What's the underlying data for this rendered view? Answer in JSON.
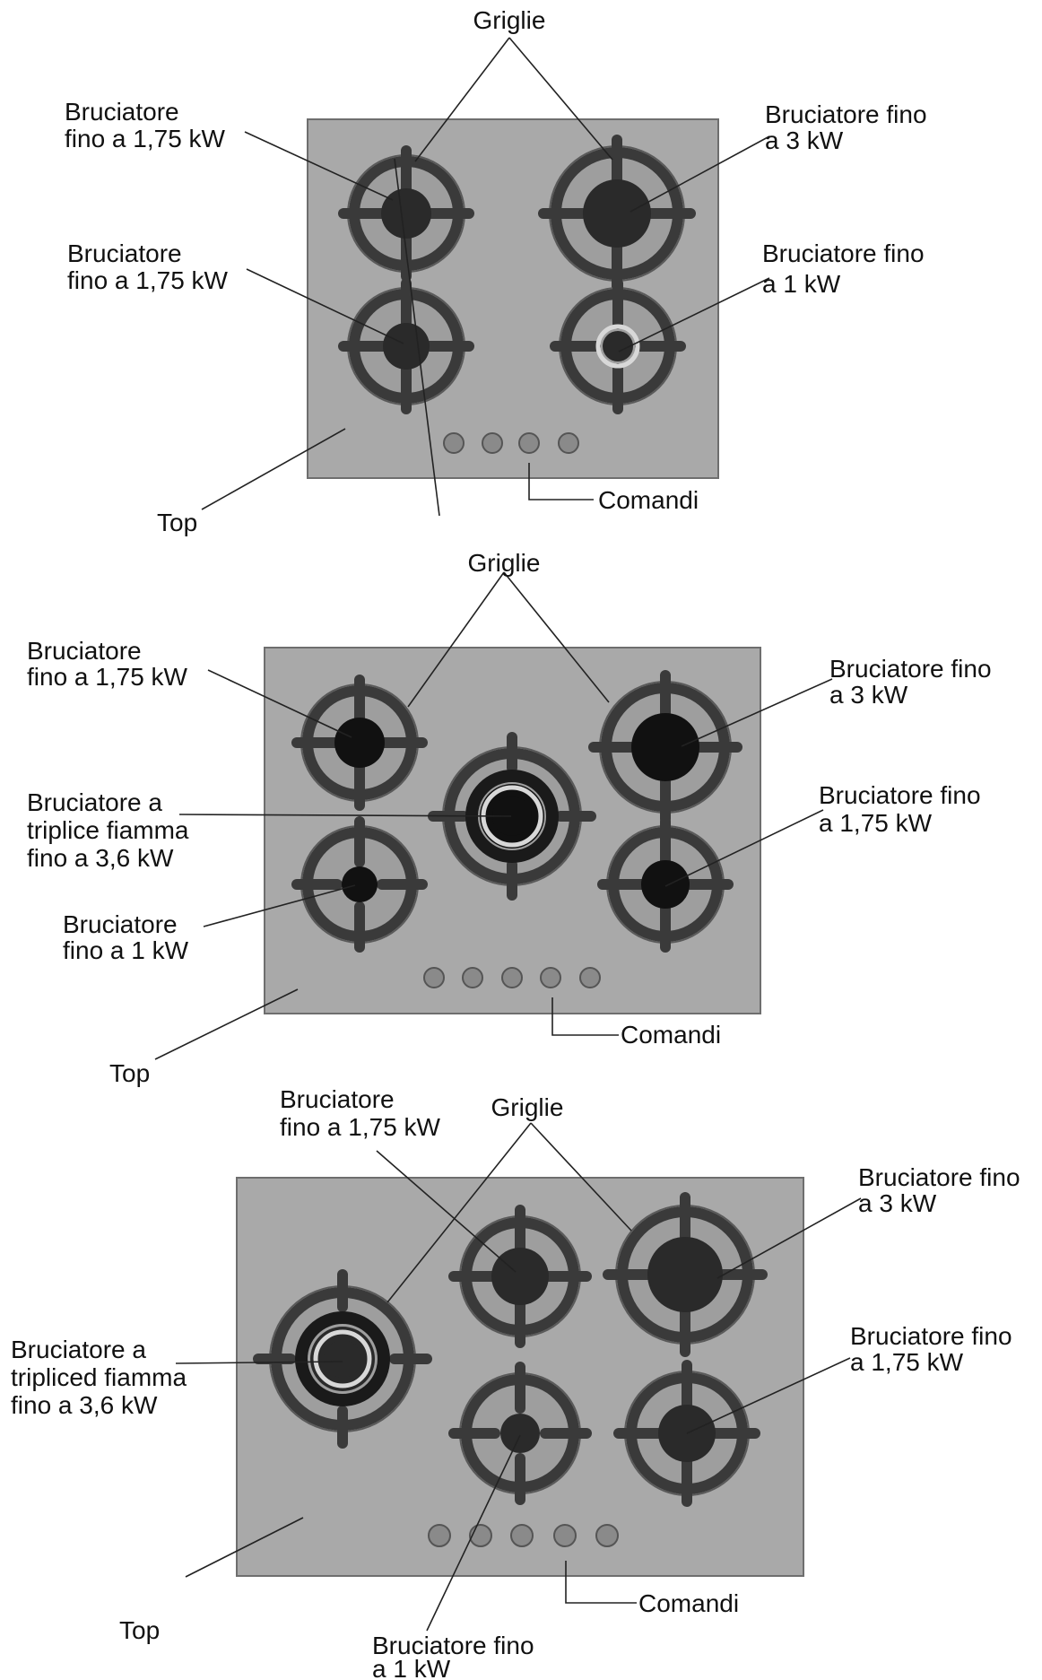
{
  "colors": {
    "plate": "#a9a9a9",
    "grate": "#3a3a3a",
    "burner_cap": "#2a2a2a",
    "text": "#111111"
  },
  "diagram1": {
    "griglie": "Griglie",
    "burner_tl": [
      "Bruciatore",
      "fino a 1,75 kW"
    ],
    "burner_tr": [
      "Bruciatore fino",
      "a 3 kW"
    ],
    "burner_bl": [
      "Bruciatore",
      "fino a 1,75 kW"
    ],
    "burner_br": [
      "Bruciatore fino",
      "a 1 kW"
    ],
    "top": "Top",
    "comandi": "Comandi"
  },
  "diagram2": {
    "griglie": "Griglie",
    "burner_tl": [
      "Bruciatore",
      "fino a 1,75 kW"
    ],
    "burner_center": [
      "Bruciatore a",
      "triplice fiamma",
      "fino a 3,6 kW"
    ],
    "burner_bl": [
      "Bruciatore",
      "fino a 1 kW"
    ],
    "burner_tr": [
      "Bruciatore fino",
      "a 3 kW"
    ],
    "burner_br": [
      "Bruciatore fino",
      "a 1,75 kW"
    ],
    "top": "Top",
    "comandi": "Comandi"
  },
  "diagram3": {
    "griglie": "Griglie",
    "burner_tm": [
      "Bruciatore",
      "fino a 1,75 kW"
    ],
    "burner_left": [
      "Bruciatore a",
      "tripliced fiamma",
      "fino a 3,6 kW"
    ],
    "burner_tr": [
      "Bruciatore fino",
      "a 3 kW"
    ],
    "burner_br": [
      "Bruciatore fino",
      "a 1,75 kW"
    ],
    "burner_bm": [
      "Bruciatore fino",
      "a 1 kW"
    ],
    "top": "Top",
    "comandi": "Comandi"
  }
}
